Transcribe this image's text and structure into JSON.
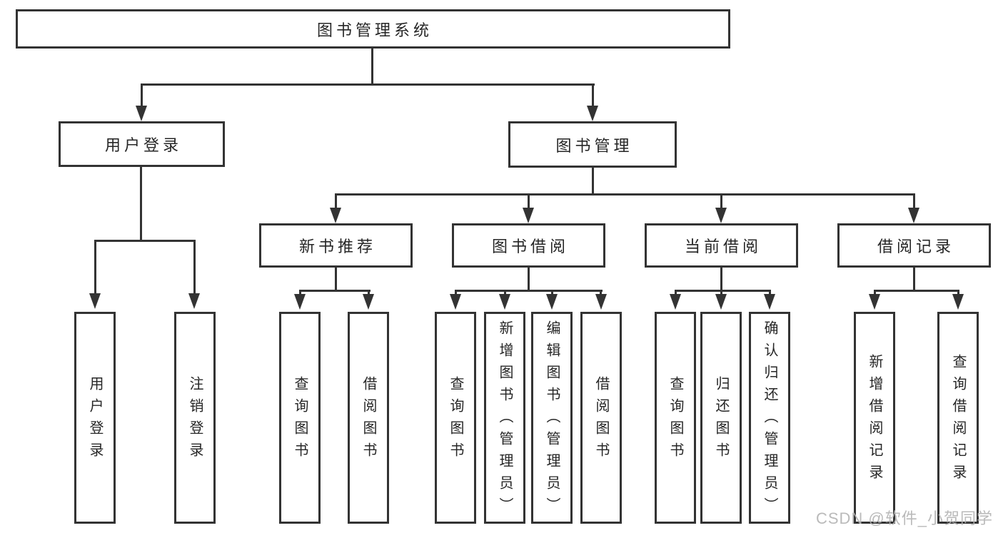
{
  "tree": {
    "root": {
      "label": "图书管理系统",
      "children": [
        {
          "label": "用户登录",
          "children": [
            {
              "label": "用户登录"
            },
            {
              "label": "注销登录"
            }
          ]
        },
        {
          "label": "图书管理",
          "children": [
            {
              "label": "新书推荐",
              "children": [
                {
                  "label": "查询图书"
                },
                {
                  "label": "借阅图书"
                }
              ]
            },
            {
              "label": "图书借阅",
              "children": [
                {
                  "label": "查询图书"
                },
                {
                  "label": "新增图书（管理员）"
                },
                {
                  "label": "编辑图书（管理员）"
                },
                {
                  "label": "借阅图书"
                }
              ]
            },
            {
              "label": "当前借阅",
              "children": [
                {
                  "label": "查询图书"
                },
                {
                  "label": "归还图书"
                },
                {
                  "label": "确认归还（管理员）"
                }
              ]
            },
            {
              "label": "借阅记录",
              "children": [
                {
                  "label": "新增借阅记录"
                },
                {
                  "label": "查询借阅记录"
                }
              ]
            }
          ]
        }
      ]
    }
  },
  "watermark": {
    "text": "CSDN @软件_小贺同学"
  },
  "colors": {
    "line": "#333333",
    "text": "#262626",
    "watermark": "#b3b3b3",
    "background": "#ffffff"
  }
}
